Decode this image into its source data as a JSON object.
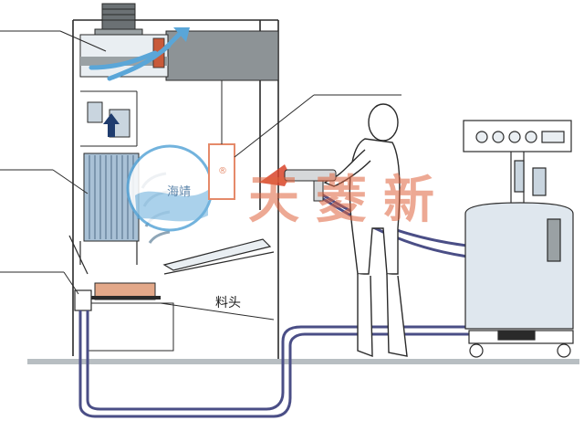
{
  "labels": {
    "hopper": "料头"
  },
  "watermark": {
    "text": "天菱新",
    "logo_text": "海靖",
    "registered_mark": "®"
  },
  "colors": {
    "outline": "#2a2a2a",
    "gray_panel": "#8d9396",
    "airflow": "#5aa6d8",
    "filter_blue": "#a9c1d6",
    "hose": "#4a4e86",
    "watermark_red": "#e0643e",
    "controller_box": "#e58a6a",
    "floor": "#b8bec2"
  },
  "icons": [
    "fan-motor-icon",
    "airflow-arrow-icon",
    "filter-cartridge-icon",
    "spray-gun-icon",
    "operator-figure-icon",
    "powder-supply-cart-icon"
  ]
}
